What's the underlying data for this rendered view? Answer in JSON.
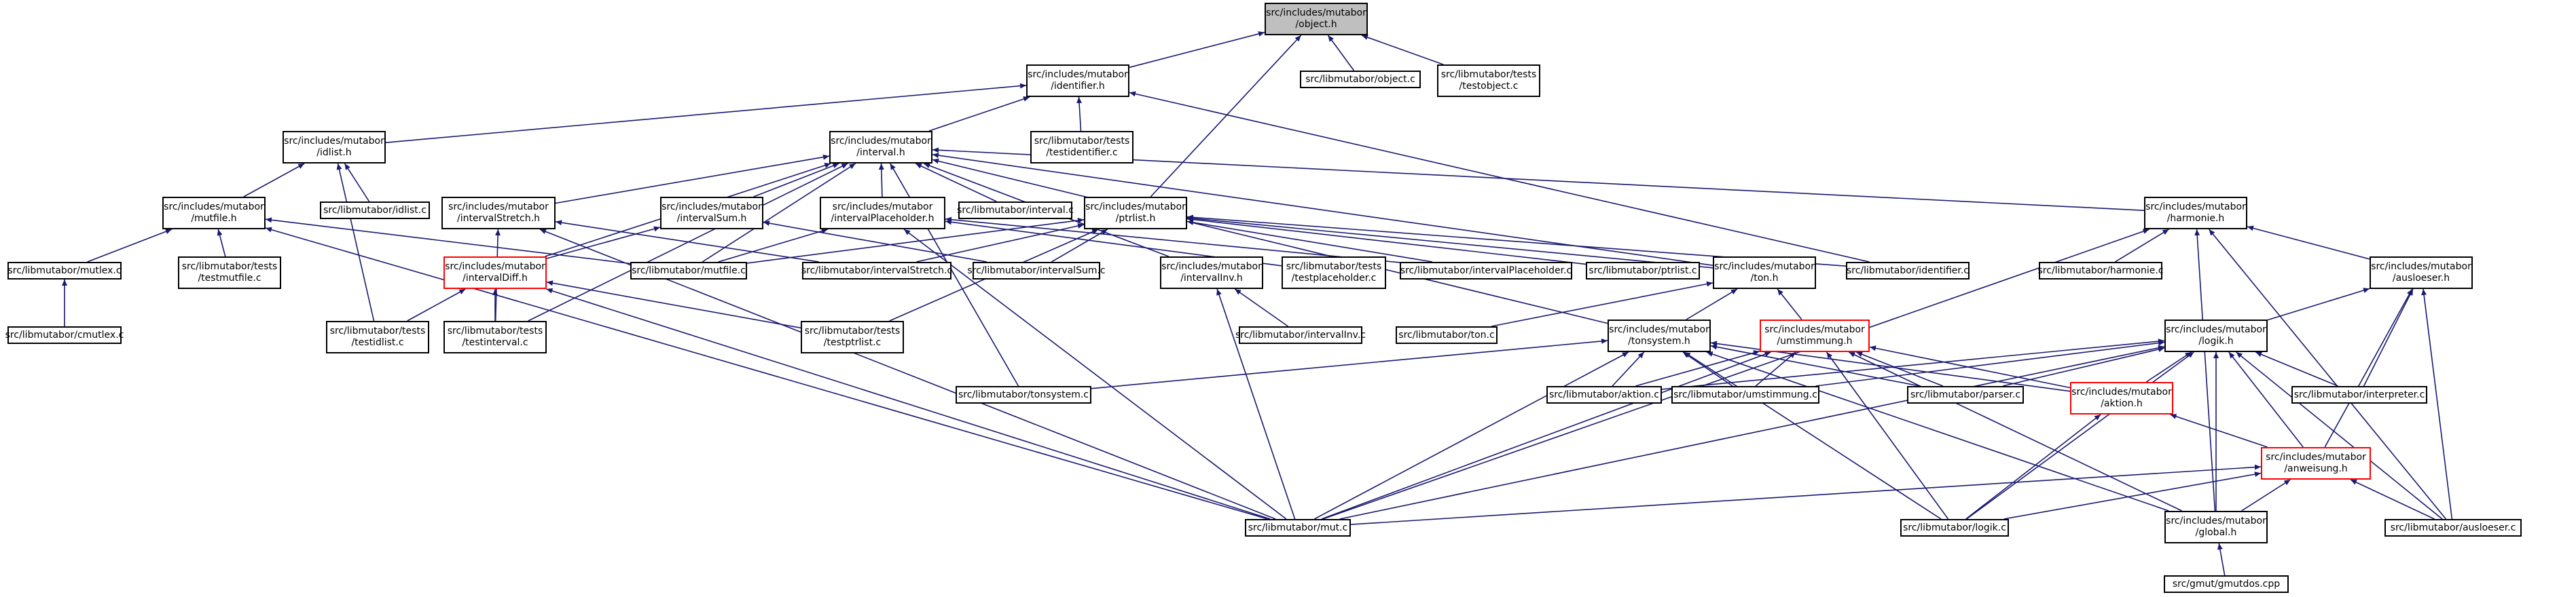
{
  "colors": {
    "edge": "#191970",
    "box_border": "#000000",
    "highlight_border": "#ff0000",
    "root_fill": "#bfbfbf"
  },
  "nodes": {
    "object_h": {
      "lines": [
        "src/includes/mutabor",
        "/object.h"
      ],
      "style": "root"
    },
    "identifier_h": {
      "lines": [
        "src/includes/mutabor",
        "/identifier.h"
      ]
    },
    "object_c": {
      "lines": [
        "src/libmutabor/object.c"
      ]
    },
    "testobject_c": {
      "lines": [
        "src/libmutabor/tests",
        "/testobject.c"
      ]
    },
    "idlist_h": {
      "lines": [
        "src/includes/mutabor",
        "/idlist.h"
      ]
    },
    "interval_h": {
      "lines": [
        "src/includes/mutabor",
        "/interval.h"
      ]
    },
    "testidentifier_c": {
      "lines": [
        "src/libmutabor/tests",
        "/testidentifier.c"
      ]
    },
    "mutfile_h": {
      "lines": [
        "src/includes/mutabor",
        "/mutfile.h"
      ]
    },
    "idlist_c": {
      "lines": [
        "src/libmutabor/idlist.c"
      ]
    },
    "intervalStretch_h": {
      "lines": [
        "src/includes/mutabor",
        "/intervalStretch.h"
      ]
    },
    "intervalSum_h": {
      "lines": [
        "src/includes/mutabor",
        "/intervalSum.h"
      ]
    },
    "intervalPlaceholder_h": {
      "lines": [
        "src/includes/mutabor",
        "/intervalPlaceholder.h"
      ]
    },
    "interval_c": {
      "lines": [
        "src/libmutabor/interval.c"
      ]
    },
    "ptrlist_h": {
      "lines": [
        "src/includes/mutabor",
        "/ptrlist.h"
      ]
    },
    "harmonie_h": {
      "lines": [
        "src/includes/mutabor",
        "/harmonie.h"
      ]
    },
    "mutlex_c": {
      "lines": [
        "src/libmutabor/mutlex.c"
      ]
    },
    "testmutfile_c": {
      "lines": [
        "src/libmutabor/tests",
        "/testmutfile.c"
      ]
    },
    "intervalDiff_h": {
      "lines": [
        "src/includes/mutabor",
        "/intervalDiff.h"
      ],
      "style": "red"
    },
    "mutfile_c": {
      "lines": [
        "src/libmutabor/mutfile.c"
      ]
    },
    "intervalStretch_c": {
      "lines": [
        "src/libmutabor/intervalStretch.c"
      ]
    },
    "intervalSum_c": {
      "lines": [
        "src/libmutabor/intervalSum.c"
      ]
    },
    "intervalInv_h": {
      "lines": [
        "src/includes/mutabor",
        "/intervalInv.h"
      ]
    },
    "testplaceholder_c": {
      "lines": [
        "src/libmutabor/tests",
        "/testplaceholder.c"
      ]
    },
    "intervalPlaceholder_c": {
      "lines": [
        "src/libmutabor/intervalPlaceholder.c"
      ]
    },
    "ptrlist_c": {
      "lines": [
        "src/libmutabor/ptrlist.c"
      ]
    },
    "ton_h": {
      "lines": [
        "src/includes/mutabor",
        "/ton.h"
      ]
    },
    "identifier_c": {
      "lines": [
        "src/libmutabor/identifier.c"
      ]
    },
    "harmonie_c": {
      "lines": [
        "src/libmutabor/harmonie.c"
      ]
    },
    "ausloeser_h": {
      "lines": [
        "src/includes/mutabor",
        "/ausloeser.h"
      ]
    },
    "cmutlex_c": {
      "lines": [
        "src/libmutabor/cmutlex.c"
      ]
    },
    "testidlist_c": {
      "lines": [
        "src/libmutabor/tests",
        "/testidlist.c"
      ]
    },
    "testinterval_c": {
      "lines": [
        "src/libmutabor/tests",
        "/testinterval.c"
      ]
    },
    "testptrlist_c": {
      "lines": [
        "src/libmutabor/tests",
        "/testptrlist.c"
      ]
    },
    "intervalInv_c": {
      "lines": [
        "src/libmutabor/intervalInv.c"
      ]
    },
    "ton_c": {
      "lines": [
        "src/libmutabor/ton.c"
      ]
    },
    "tonsystem_h": {
      "lines": [
        "src/includes/mutabor",
        "/tonsystem.h"
      ]
    },
    "umstimmung_h": {
      "lines": [
        "src/includes/mutabor",
        "/umstimmung.h"
      ],
      "style": "red"
    },
    "logik_h": {
      "lines": [
        "src/includes/mutabor",
        "/logik.h"
      ]
    },
    "tonsystem_c": {
      "lines": [
        "src/libmutabor/tonsystem.c"
      ]
    },
    "aktion_c": {
      "lines": [
        "src/libmutabor/aktion.c"
      ]
    },
    "umstimmung_c": {
      "lines": [
        "src/libmutabor/umstimmung.c"
      ]
    },
    "parser_c": {
      "lines": [
        "src/libmutabor/parser.c"
      ]
    },
    "aktion_h": {
      "lines": [
        "src/includes/mutabor",
        "/aktion.h"
      ],
      "style": "red"
    },
    "interpreter_c": {
      "lines": [
        "src/libmutabor/interpreter.c"
      ]
    },
    "anweisung_h": {
      "lines": [
        "src/includes/mutabor",
        "/anweisung.h"
      ],
      "style": "red"
    },
    "mut_c": {
      "lines": [
        "src/libmutabor/mut.c"
      ]
    },
    "logik_c": {
      "lines": [
        "src/libmutabor/logik.c"
      ]
    },
    "global_h": {
      "lines": [
        "src/includes/mutabor",
        "/global.h"
      ]
    },
    "ausloeser_c": {
      "lines": [
        "src/libmutabor/ausloeser.c"
      ]
    },
    "gmutdos_cpp": {
      "lines": [
        "src/gmut/gmutdos.cpp"
      ]
    }
  },
  "edges": [
    [
      "identifier_h",
      "object_h"
    ],
    [
      "object_c",
      "object_h"
    ],
    [
      "testobject_c",
      "object_h"
    ],
    [
      "ptrlist_h",
      "object_h"
    ],
    [
      "idlist_h",
      "identifier_h"
    ],
    [
      "interval_h",
      "identifier_h"
    ],
    [
      "testidentifier_c",
      "identifier_h"
    ],
    [
      "identifier_c",
      "identifier_h"
    ],
    [
      "mutfile_h",
      "idlist_h"
    ],
    [
      "idlist_c",
      "idlist_h"
    ],
    [
      "testidlist_c",
      "idlist_h"
    ],
    [
      "mutlex_c",
      "mutfile_h"
    ],
    [
      "testmutfile_c",
      "mutfile_h"
    ],
    [
      "mutfile_c",
      "mutfile_h"
    ],
    [
      "mut_c",
      "mutfile_h"
    ],
    [
      "cmutlex_c",
      "mutlex_c"
    ],
    [
      "intervalStretch_h",
      "interval_h"
    ],
    [
      "intervalSum_h",
      "interval_h"
    ],
    [
      "intervalPlaceholder_h",
      "interval_h"
    ],
    [
      "interval_c",
      "interval_h"
    ],
    [
      "intervalDiff_h",
      "interval_h"
    ],
    [
      "intervalInv_h",
      "interval_h"
    ],
    [
      "harmonie_h",
      "interval_h"
    ],
    [
      "ton_h",
      "interval_h"
    ],
    [
      "tonsystem_h",
      "interval_h"
    ],
    [
      "mutfile_c",
      "interval_h"
    ],
    [
      "testinterval_c",
      "interval_h"
    ],
    [
      "tonsystem_c",
      "interval_h"
    ],
    [
      "intervalStretch_c",
      "intervalStretch_h"
    ],
    [
      "testinterval_c",
      "intervalStretch_h"
    ],
    [
      "mut_c",
      "intervalStretch_h"
    ],
    [
      "intervalSum_c",
      "intervalSum_h"
    ],
    [
      "intervalDiff_h",
      "intervalSum_h"
    ],
    [
      "intervalPlaceholder_c",
      "intervalPlaceholder_h"
    ],
    [
      "testplaceholder_c",
      "intervalPlaceholder_h"
    ],
    [
      "mut_c",
      "intervalPlaceholder_h"
    ],
    [
      "mutfile_c",
      "intervalPlaceholder_h"
    ],
    [
      "testidlist_c",
      "intervalDiff_h"
    ],
    [
      "testinterval_c",
      "intervalDiff_h"
    ],
    [
      "mut_c",
      "intervalDiff_h"
    ],
    [
      "testptrlist_c",
      "intervalDiff_h"
    ],
    [
      "intervalInv_c",
      "intervalInv_h"
    ],
    [
      "mut_c",
      "intervalInv_h"
    ],
    [
      "ptrlist_c",
      "ptrlist_h"
    ],
    [
      "testptrlist_c",
      "ptrlist_h"
    ],
    [
      "intervalStretch_c",
      "ptrlist_h"
    ],
    [
      "intervalSum_c",
      "ptrlist_h"
    ],
    [
      "mutfile_c",
      "ptrlist_h"
    ],
    [
      "ton_h",
      "ptrlist_h"
    ],
    [
      "identifier_c",
      "ptrlist_h"
    ],
    [
      "intervalPlaceholder_c",
      "ptrlist_h"
    ],
    [
      "harmonie_c",
      "harmonie_h"
    ],
    [
      "ausloeser_h",
      "harmonie_h"
    ],
    [
      "mut_c",
      "harmonie_h"
    ],
    [
      "global_h",
      "harmonie_h"
    ],
    [
      "ausloeser_c",
      "harmonie_h"
    ],
    [
      "ton_c",
      "ton_h"
    ],
    [
      "tonsystem_h",
      "ton_h"
    ],
    [
      "umstimmung_h",
      "ton_h"
    ],
    [
      "logik_h",
      "ausloeser_h"
    ],
    [
      "interpreter_c",
      "ausloeser_h"
    ],
    [
      "anweisung_h",
      "ausloeser_h"
    ],
    [
      "ausloeser_c",
      "ausloeser_h"
    ],
    [
      "tonsystem_c",
      "tonsystem_h"
    ],
    [
      "aktion_c",
      "tonsystem_h"
    ],
    [
      "umstimmung_c",
      "tonsystem_h"
    ],
    [
      "parser_c",
      "tonsystem_h"
    ],
    [
      "aktion_h",
      "tonsystem_h"
    ],
    [
      "mut_c",
      "tonsystem_h"
    ],
    [
      "logik_c",
      "tonsystem_h"
    ],
    [
      "global_h",
      "tonsystem_h"
    ],
    [
      "aktion_c",
      "umstimmung_h"
    ],
    [
      "umstimmung_c",
      "umstimmung_h"
    ],
    [
      "parser_c",
      "umstimmung_h"
    ],
    [
      "aktion_h",
      "umstimmung_h"
    ],
    [
      "mut_c",
      "umstimmung_h"
    ],
    [
      "logik_c",
      "umstimmung_h"
    ],
    [
      "global_h",
      "umstimmung_h"
    ],
    [
      "aktion_h",
      "logik_h"
    ],
    [
      "anweisung_h",
      "logik_h"
    ],
    [
      "interpreter_c",
      "logik_h"
    ],
    [
      "parser_c",
      "logik_h"
    ],
    [
      "aktion_c",
      "logik_h"
    ],
    [
      "umstimmung_c",
      "logik_h"
    ],
    [
      "mut_c",
      "logik_h"
    ],
    [
      "logik_c",
      "logik_h"
    ],
    [
      "global_h",
      "logik_h"
    ],
    [
      "ausloeser_c",
      "logik_h"
    ],
    [
      "anweisung_h",
      "aktion_h"
    ],
    [
      "logik_c",
      "aktion_h"
    ],
    [
      "mut_c",
      "anweisung_h"
    ],
    [
      "logik_c",
      "anweisung_h"
    ],
    [
      "global_h",
      "anweisung_h"
    ],
    [
      "ausloeser_c",
      "anweisung_h"
    ],
    [
      "gmutdos_cpp",
      "global_h"
    ]
  ]
}
